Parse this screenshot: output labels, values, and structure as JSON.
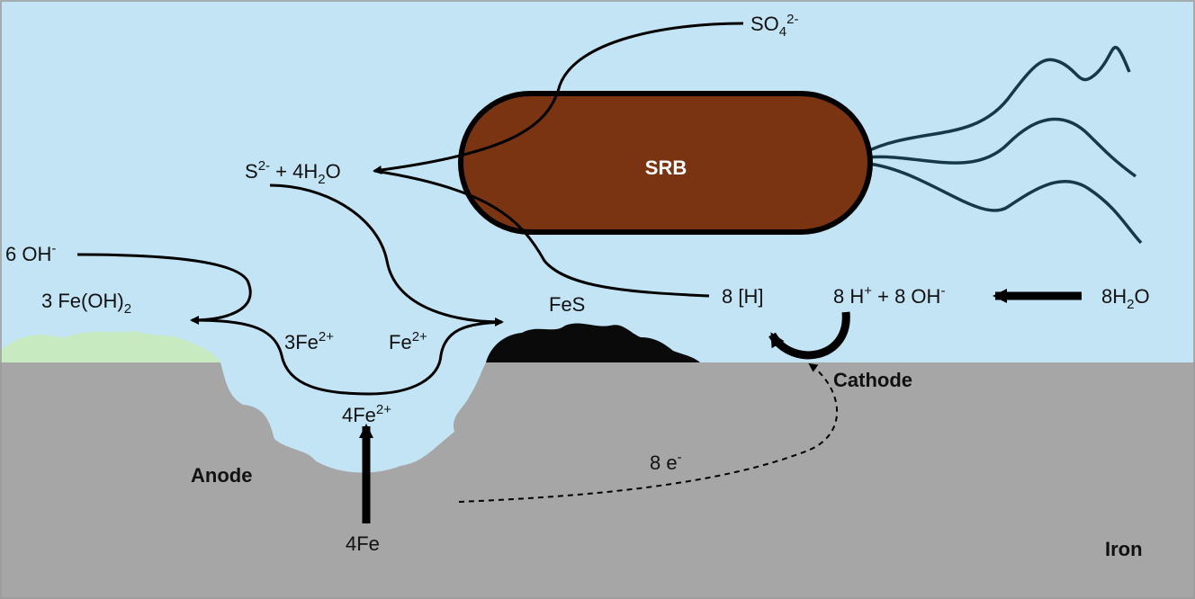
{
  "diagram": {
    "bacterium_label": "SRB",
    "metal_label": "Iron",
    "anode_label": "Anode",
    "cathode_label": "Cathode",
    "sulfate": {
      "base": "SO",
      "sub": "4",
      "sup": "2-"
    },
    "sulfide_water": {
      "part1": "S",
      "sup1": "2-",
      "part2": " + 4H",
      "sub2": "2",
      "part3": "O"
    },
    "hydroxide": {
      "base": "6 OH",
      "sup": "-"
    },
    "ferrous_hydroxide": {
      "base": "3 Fe(OH)",
      "sub": "2"
    },
    "ferrous_3": {
      "base": "3Fe",
      "sup": "2+"
    },
    "ferrous_1": {
      "base": "Fe",
      "sup": "2+"
    },
    "ferrous_4": {
      "base": "4Fe",
      "sup": "2+"
    },
    "iron_metal": "4Fe",
    "iron_sulfide": "FeS",
    "atomic_hydrogen": "8 [H]",
    "water_split": {
      "p1": "8 H",
      "sup1": "+",
      "p2": " + 8 OH",
      "sup2": "-"
    },
    "water": {
      "base": "8H",
      "sub": "2",
      "tail": "O"
    },
    "electrons": {
      "base": "8 e",
      "sup": "-"
    }
  },
  "colors": {
    "water": "#c3e4f4",
    "metal": "#a6a6a6",
    "bacterium": "#7b3411",
    "fes_deposit": "#0a0a0a",
    "fe_oh2_deposit": "#c8eac0",
    "flagella": "#15394a"
  }
}
